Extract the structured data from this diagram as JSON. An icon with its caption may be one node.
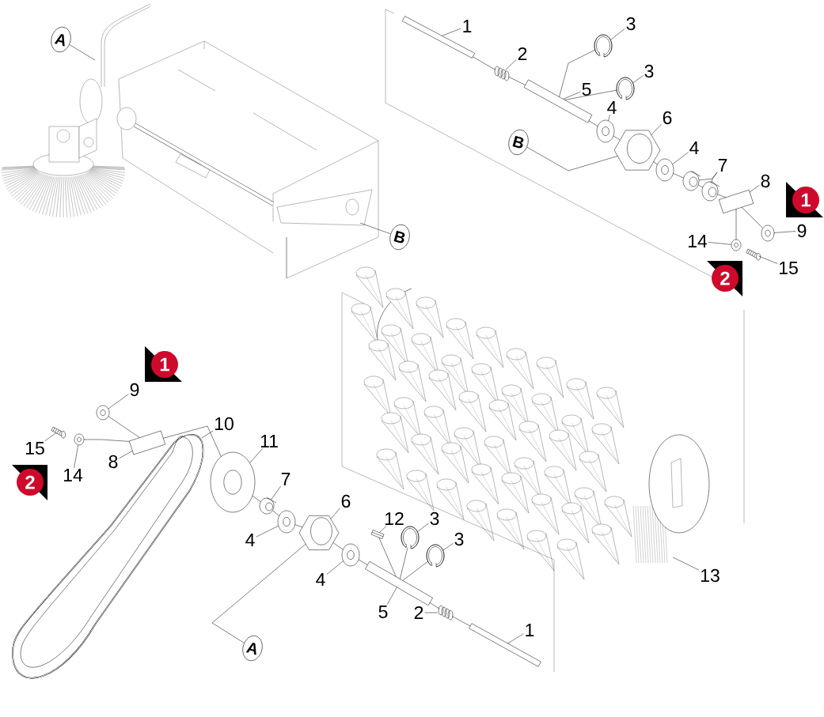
{
  "diagram": {
    "nodes": [
      {
        "text": [
          "1"
        ]
      },
      {
        "text": [
          "2"
        ]
      },
      {
        "text": [
          "3"
        ]
      },
      {
        "text": [
          "3"
        ]
      },
      {
        "text": [
          "5"
        ]
      },
      {
        "text": [
          "4"
        ]
      },
      {
        "text": [
          "6"
        ]
      },
      {
        "text": [
          "B"
        ]
      },
      {
        "text": [
          "4"
        ]
      },
      {
        "text": [
          "7"
        ]
      },
      {
        "text": [
          "8"
        ]
      },
      {
        "text": [
          "9"
        ]
      },
      {
        "text": [
          "14"
        ]
      },
      {
        "text": [
          "15"
        ]
      },
      {
        "text": [
          "1"
        ]
      },
      {
        "text": [
          "2"
        ]
      },
      {
        "text": [
          "A"
        ]
      },
      {
        "text": [
          "B"
        ]
      },
      {
        "text": [
          "13"
        ]
      },
      {
        "text": [
          "1"
        ]
      },
      {
        "text": [
          "9"
        ]
      },
      {
        "text": [
          "15"
        ]
      },
      {
        "text": [
          "14"
        ]
      },
      {
        "text": [
          "8"
        ]
      },
      {
        "text": [
          "10"
        ]
      },
      {
        "text": [
          "11"
        ]
      },
      {
        "text": [
          "7"
        ]
      },
      {
        "text": [
          "4"
        ]
      },
      {
        "text": [
          "6"
        ]
      },
      {
        "text": [
          "12"
        ]
      },
      {
        "text": [
          "3"
        ]
      },
      {
        "text": [
          "3"
        ]
      },
      {
        "text": [
          "4"
        ]
      },
      {
        "text": [
          "5"
        ]
      },
      {
        "text": [
          "2"
        ]
      },
      {
        "text": [
          "1"
        ]
      },
      {
        "text": [
          "A"
        ]
      },
      {
        "text": [
          "2"
        ]
      },
      {
        "text": [],
        "shape": "picture"
      },
      {
        "text": [],
        "shape": "picture"
      },
      {
        "text": [],
        "shape": "picture"
      },
      {
        "text": [],
        "shape": "picture"
      },
      {
        "text": [],
        "shape": "picture"
      },
      {
        "text": [],
        "shape": "picture"
      },
      {
        "text": [],
        "shape": "picture"
      },
      {
        "text": [],
        "shape": "picture"
      },
      {
        "text": [],
        "shape": "picture"
      },
      {
        "text": [],
        "shape": "picture"
      },
      {
        "text": [],
        "shape": "picture"
      },
      {
        "text": [],
        "shape": "picture"
      },
      {
        "text": [],
        "shape": "picture"
      },
      {
        "text": [],
        "shape": "picture"
      },
      {
        "text": [],
        "shape": "picture"
      },
      {
        "text": [],
        "shape": "picture"
      },
      {
        "text": [],
        "shape": "picture"
      },
      {
        "text": [],
        "shape": "picture"
      },
      {
        "text": [],
        "shape": "picture"
      },
      {
        "text": [],
        "shape": "picture"
      },
      {
        "text": [],
        "shape": "picture"
      },
      {
        "text": [],
        "shape": "picture"
      },
      {
        "text": [],
        "shape": "picture"
      },
      {
        "text": [],
        "shape": "picture"
      },
      {
        "text": [],
        "shape": "picture"
      },
      {
        "text": [],
        "shape": "picture"
      },
      {
        "text": [],
        "shape": "picture"
      },
      {
        "text": [],
        "shape": "picture"
      },
      {
        "text": [],
        "shape": "picture"
      },
      {
        "text": [],
        "shape": "picture"
      }
    ],
    "edges": [
      {
        "from": 0,
        "to": 38,
        "arrow": "none"
      },
      {
        "from": 1,
        "to": 39,
        "arrow": "none"
      },
      {
        "from": 2,
        "to": 40,
        "arrow": "none"
      },
      {
        "from": 3,
        "to": 41,
        "arrow": "none"
      },
      {
        "from": 4,
        "to": 42,
        "arrow": "none"
      },
      {
        "from": 5,
        "to": 43,
        "arrow": "none"
      },
      {
        "from": 6,
        "to": 44,
        "arrow": "none"
      },
      {
        "from": 7,
        "to": 44,
        "arrow": "none"
      },
      {
        "from": 8,
        "to": 45,
        "arrow": "none"
      },
      {
        "from": 9,
        "to": 46,
        "arrow": "none"
      },
      {
        "from": 9,
        "to": 47,
        "arrow": "none"
      },
      {
        "from": 10,
        "to": 48,
        "arrow": "none"
      },
      {
        "from": 11,
        "to": 49,
        "arrow": "none"
      },
      {
        "from": 12,
        "to": 50,
        "arrow": "none"
      },
      {
        "from": 13,
        "to": 51,
        "arrow": "none"
      },
      {
        "from": 16,
        "to": null,
        "arrow": "none"
      },
      {
        "from": 17,
        "to": null,
        "arrow": "none"
      },
      {
        "from": 18,
        "to": null,
        "arrow": "none"
      },
      {
        "from": 20,
        "to": 52,
        "arrow": "none"
      },
      {
        "from": 21,
        "to": 53,
        "arrow": "none"
      },
      {
        "from": 22,
        "to": 54,
        "arrow": "none"
      },
      {
        "from": 23,
        "to": 55,
        "arrow": "none"
      },
      {
        "from": 24,
        "to": 56,
        "arrow": "none"
      },
      {
        "from": 25,
        "to": 57,
        "arrow": "none"
      },
      {
        "from": 26,
        "to": 58,
        "arrow": "none"
      },
      {
        "from": 27,
        "to": 59,
        "arrow": "none"
      },
      {
        "from": 28,
        "to": 60,
        "arrow": "none"
      },
      {
        "from": 29,
        "to": 62,
        "arrow": "none"
      },
      {
        "from": 30,
        "to": 63,
        "arrow": "none"
      },
      {
        "from": 31,
        "to": 64,
        "arrow": "none"
      },
      {
        "from": 32,
        "to": 61,
        "arrow": "none"
      },
      {
        "from": 33,
        "to": 65,
        "arrow": "none"
      },
      {
        "from": 34,
        "to": 66,
        "arrow": "none"
      },
      {
        "from": 35,
        "to": 67,
        "arrow": "none"
      },
      {
        "from": 36,
        "to": 60,
        "arrow": "none"
      },
      {
        "from": 38,
        "to": 39,
        "arrow": "none"
      },
      {
        "from": 39,
        "to": 42,
        "arrow": "none"
      },
      {
        "from": 40,
        "to": 42,
        "arrow": "none"
      },
      {
        "from": 41,
        "to": 42,
        "arrow": "none"
      },
      {
        "from": 42,
        "to": 43,
        "arrow": "none"
      },
      {
        "from": 43,
        "to": 44,
        "arrow": "none"
      },
      {
        "from": 44,
        "to": 45,
        "arrow": "none"
      },
      {
        "from": 45,
        "to": 46,
        "arrow": "none"
      },
      {
        "from": 46,
        "to": 47,
        "arrow": "none"
      },
      {
        "from": 47,
        "to": 48,
        "arrow": "none"
      },
      {
        "from": 48,
        "to": 49,
        "arrow": "none"
      },
      {
        "from": 48,
        "to": 50,
        "arrow": "none"
      },
      {
        "from": 52,
        "to": 55,
        "arrow": "none"
      },
      {
        "from": 54,
        "to": 55,
        "arrow": "none"
      },
      {
        "from": 55,
        "to": 57,
        "arrow": "none"
      },
      {
        "from": 57,
        "to": 58,
        "arrow": "none"
      },
      {
        "from": 58,
        "to": 59,
        "arrow": "none"
      },
      {
        "from": 59,
        "to": 60,
        "arrow": "none"
      },
      {
        "from": 60,
        "to": 61,
        "arrow": "none"
      },
      {
        "from": 61,
        "to": 65,
        "arrow": "none"
      },
      {
        "from": 62,
        "to": 65,
        "arrow": "none"
      },
      {
        "from": 63,
        "to": 65,
        "arrow": "none"
      },
      {
        "from": 64,
        "to": 65,
        "arrow": "none"
      },
      {
        "from": 65,
        "to": 66,
        "arrow": "none"
      },
      {
        "from": 66,
        "to": 67,
        "arrow": "none"
      }
    ]
  }
}
